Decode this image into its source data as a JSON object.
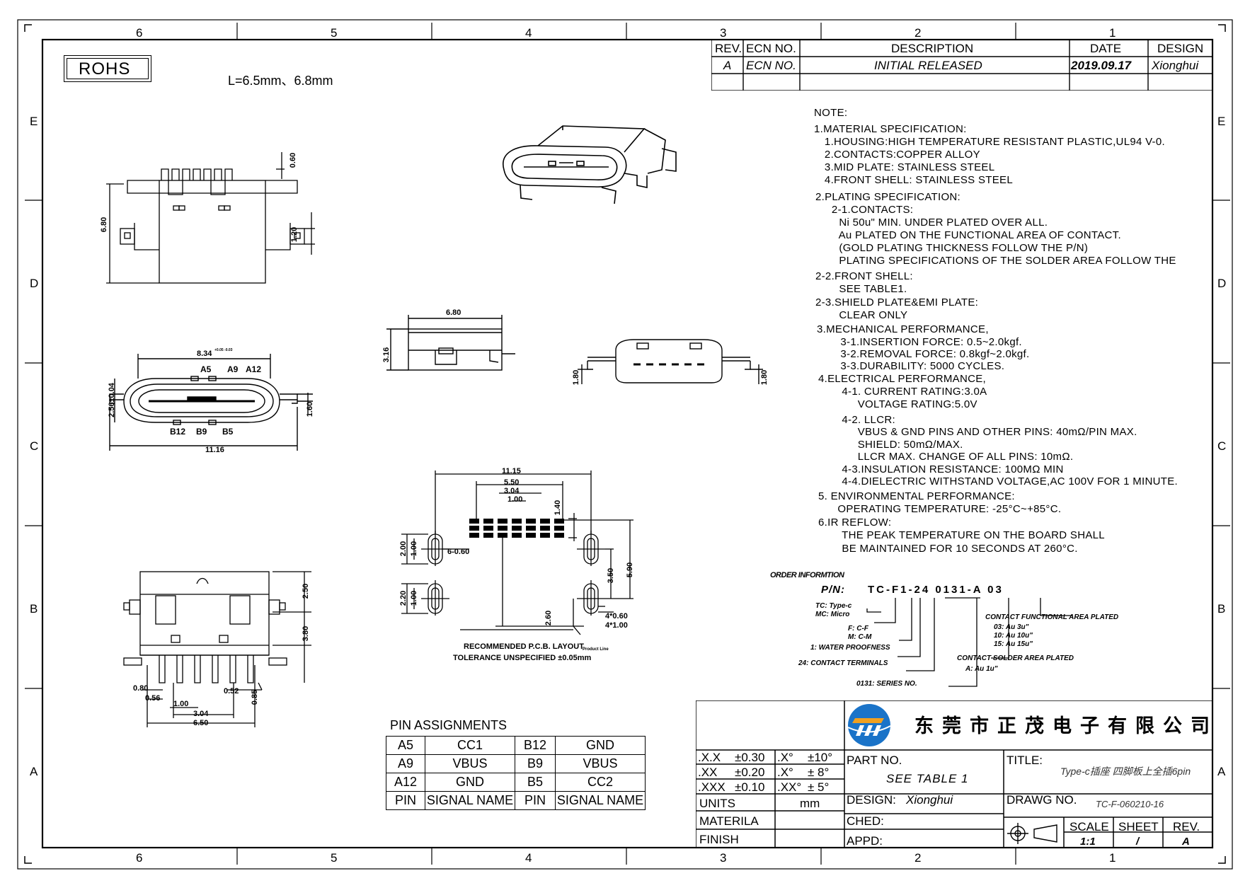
{
  "frame": {
    "top_numbers": [
      "6",
      "5",
      "4",
      "3",
      "2",
      "1"
    ],
    "bottom_numbers": [
      "6",
      "5",
      "4",
      "3",
      "2",
      "1"
    ],
    "side_letters": [
      "E",
      "D",
      "C",
      "B",
      "A"
    ]
  },
  "header": {
    "rohs": "ROHS",
    "length_note": "L=6.5mm、6.8mm"
  },
  "revision_table": {
    "headers": {
      "rev": "REV.",
      "ecn": "ECN NO.",
      "description": "DESCRIPTION",
      "date": "DATE",
      "design": "DESIGN"
    },
    "row": {
      "rev": "A",
      "ecn": "ECN NO.",
      "description": "INITIAL RELEASED",
      "date": "2019.09.17",
      "design": "Xionghui"
    }
  },
  "notes": [
    "NOTE:",
    "1.MATERIAL SPECIFICATION:",
    "  1.HOUSING:HIGH TEMPERATURE RESISTANT PLASTIC,UL94 V-0.",
    "  2.CONTACTS:COPPER ALLOY",
    "  3.MID PLATE: STAINLESS STEEL",
    "  4.FRONT SHELL: STAINLESS STEEL",
    "2.PLATING SPECIFICATION:",
    "  2-1.CONTACTS:",
    "   Ni 50u\" MIN. UNDER PLATED OVER ALL.",
    "   Au PLATED ON THE FUNCTIONAL AREA OF CONTACT.",
    "   (GOLD PLATING THICKNESS FOLLOW THE P/N)",
    "   PLATING SPECIFICATIONS OF THE SOLDER AREA FOLLOW THE",
    "2-2.FRONT SHELL:",
    "   SEE TABLE1.",
    "2-3.SHIELD PLATE&EMI PLATE:",
    "   CLEAR ONLY",
    "3.MECHANICAL PERFORMANCE,",
    "   3-1.INSERTION FORCE: 0.5~2.0kgf.",
    "   3-2.REMOVAL FORCE: 0.8kgf~2.0kgf.",
    "   3-3.DURABILITY: 5000 CYCLES.",
    "4.ELECTRICAL PERFORMANCE,",
    "   4-1. CURRENT RATING:3.0A",
    "        VOLTAGE RATING:5.0V",
    "   4-2. LLCR:",
    "        VBUS & GND PINS AND OTHER PINS: 40mΩ/PIN MAX.",
    "        SHIELD: 50mΩ/MAX.",
    "        LLCR MAX. CHANGE OF ALL PINS: 10mΩ.",
    "   4-3.INSULATION RESISTANCE: 100MΩ MIN",
    "   4-4.DIELECTRIC WITHSTAND VOLTAGE,AC 100V FOR 1 MINUTE.",
    "5. ENVIRONMENTAL PERFORMANCE:",
    "   OPERATING TEMPERATURE: -25°C~+85°C.",
    "6.IR REFLOW:",
    "   THE PEAK TEMPERATURE ON THE BOARD SHALL",
    "   BE MAINTAINED FOR 10 SECONDS AT 260°C."
  ],
  "order_info": {
    "title": "ORDER INFORMTION",
    "pn_label": "P/N:",
    "pn_code": "TC-F1-24 0131-A 03",
    "type_legend": [
      "TC: Type-c",
      "MC: Micro"
    ],
    "form_legend": [
      "F: C-F",
      "M: C-M"
    ],
    "water": "1: WATER PROOFNESS",
    "terminals": "24: CONTACT TERMINALS",
    "series": "0131: SERIES NO.",
    "contact_functional_title": "CONTACT FUNCTIONAL AREA PLATED",
    "contact_functional_items": [
      "03: Au 3u\"",
      "10: Au 10u\"",
      "15: Au 15u\""
    ],
    "solder_title": "CONTACT SOLDER AREA PLATED",
    "solder_item": "A: Au 1u\""
  },
  "dimensions": {
    "top_view": {
      "d1": "0.60",
      "d2": "6.80",
      "d3": "1.20"
    },
    "front_view": {
      "w": "8.34",
      "w_tol": "+0.05 -0.03",
      "h": "2.56±0.04",
      "h2": "1.60",
      "total": "11.16",
      "pins_top": [
        "A5",
        "A9",
        "A12"
      ],
      "pins_bottom": [
        "B12",
        "B9",
        "B5"
      ]
    },
    "side_view": {
      "w": "6.80",
      "h": "3.16"
    },
    "rear_view": {
      "l": "1.80",
      "r": "1.80"
    },
    "pcb": {
      "w1": "11.15",
      "w2": "5.50",
      "w3": "3.04",
      "w4": "1.00",
      "h1": "1.40",
      "h2": "2.00",
      "h3": "1.00",
      "pad": "6-0.60",
      "h4": "2.20",
      "h5": "1.00",
      "h6": "3.50",
      "h7": "5.90",
      "h8": "2.60",
      "slot1": "4*0.60",
      "slot2": "4*1.00",
      "caption1": "RECOMMENDED P.C.B. LAYOUT",
      "caption2": "TOLERANCE UNSPECIFIED ±0.05mm",
      "caption3": "Product Line"
    },
    "bottom_view": {
      "d1": "2.50",
      "d2": "3.80",
      "a": "0.80",
      "b": "0.56",
      "c": "1.00",
      "e": "3.04",
      "f": "6.50",
      "g": "0.52",
      "h": "0.85"
    }
  },
  "pin_table": {
    "title": "PIN ASSIGNMENTS",
    "rows": [
      [
        "A5",
        "CC1",
        "B12",
        "GND"
      ],
      [
        "A9",
        "VBUS",
        "B9",
        "VBUS"
      ],
      [
        "A12",
        "GND",
        "B5",
        "CC2"
      ],
      [
        "PIN",
        "SIGNAL NAME",
        "PIN",
        "SIGNAL NAME"
      ]
    ]
  },
  "title_block": {
    "company": "东莞市正茂电子有限公司",
    "tolerances": [
      {
        "a": ".X.X",
        "b": "±0.30",
        "c": ".X°",
        "d": "±10°"
      },
      {
        "a": ".XX",
        "b": "±0.20",
        ".c": "",
        "c": ".X°",
        "d": "± 8°"
      },
      {
        "a": ".XXX",
        "b": "±0.10",
        "c": ".XX°",
        "d": "± 5°"
      }
    ],
    "units_label": "UNITS",
    "units_value": "mm",
    "materila_label": "MATERILA",
    "finish_label": "FINISH",
    "part_no_label": "PART NO.",
    "part_no_value": "SEE TABLE 1",
    "design_label": "DESIGN:",
    "design_value": "Xionghui",
    "ched_label": "CHED:",
    "appd_label": "APPD:",
    "title_label": "TITLE:",
    "title_value": "Type-c插座 四脚板上全插6pin",
    "drawg_label": "DRAWG NO.",
    "drawg_value": "TC-F-060210-16",
    "scale_label": "SCALE",
    "scale_value": "1:1",
    "sheet_label": "SHEET",
    "sheet_value": "/",
    "rev_label": "REV.",
    "rev_value": "A"
  }
}
